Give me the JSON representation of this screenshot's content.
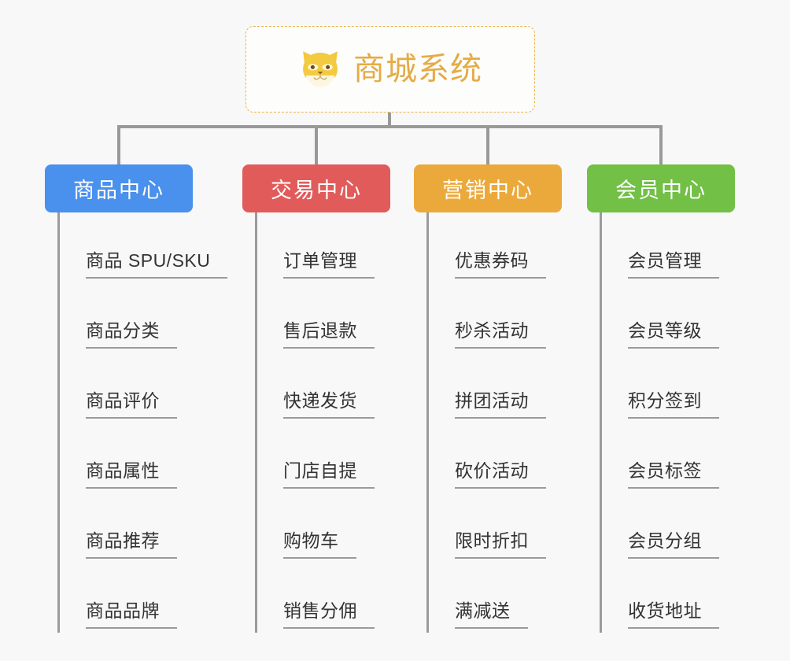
{
  "root": {
    "title": "商城系统",
    "icon": "shiba-dog-face-icon",
    "border_color": "#e8b44a",
    "title_color": "#e5ab45",
    "background": "#fdfdfc"
  },
  "canvas": {
    "background": "#f8f8f8",
    "connector_color": "#999999"
  },
  "branches": [
    {
      "label": "商品中心",
      "color": "#4a90ed",
      "items": [
        "商品 SPU/SKU",
        "商品分类",
        "商品评价",
        "商品属性",
        "商品推荐",
        "商品品牌"
      ]
    },
    {
      "label": "交易中心",
      "color": "#e15b5b",
      "items": [
        "订单管理",
        "售后退款",
        "快递发货",
        "门店自提",
        "购物车",
        "销售分佣"
      ]
    },
    {
      "label": "营销中心",
      "color": "#eba93c",
      "items": [
        "优惠券码",
        "秒杀活动",
        "拼团活动",
        "砍价活动",
        "限时折扣",
        "满减送"
      ]
    },
    {
      "label": "会员中心",
      "color": "#72c045",
      "items": [
        "会员管理",
        "会员等级",
        "积分签到",
        "会员标签",
        "会员分组",
        "收货地址"
      ]
    }
  ]
}
